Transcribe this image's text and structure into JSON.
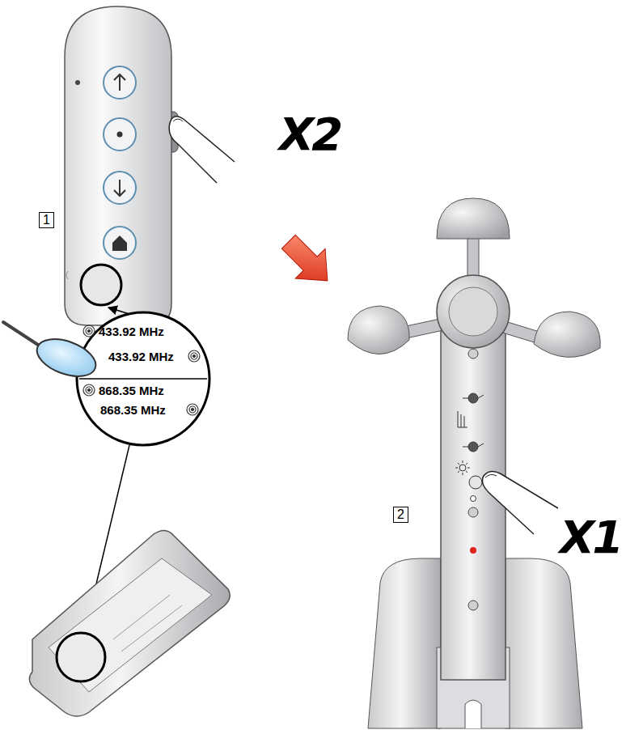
{
  "diagram": {
    "labels": [
      "X2",
      "1",
      "433.92 MHz",
      "433.92 MHz",
      "868.35 MHz",
      "868.35 MHz",
      "2",
      "X1"
    ]
  }
}
